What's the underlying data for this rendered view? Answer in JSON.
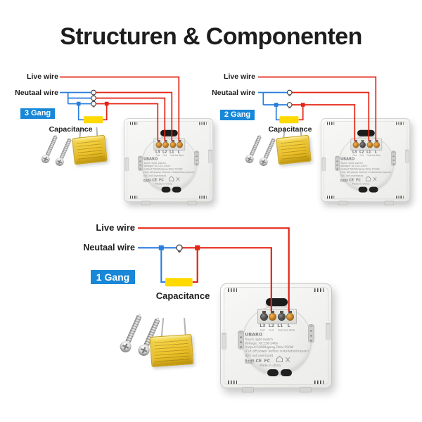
{
  "title": "Structuren & Componenten",
  "labels": {
    "live_wire": "Live wire",
    "neutral_wire": "Neutaal wire",
    "capacitance": "Capacitance"
  },
  "gangs": [
    {
      "badge": "3 Gang",
      "connected_terminals": [
        "L3",
        "L2",
        "L1",
        "L"
      ]
    },
    {
      "badge": "2 Gang",
      "connected_terminals": [
        "L3",
        "L1",
        "L"
      ]
    },
    {
      "badge": "1 Gang",
      "connected_terminals": [
        "L2",
        "L"
      ]
    }
  ],
  "switch_plate": {
    "brand": "UBARO",
    "terminals": [
      {
        "name": "L3",
        "sub": "Out"
      },
      {
        "name": "L2",
        "sub": "Out"
      },
      {
        "name": "L1",
        "sub": "Out"
      },
      {
        "name": "L",
        "sub": "Live Wire"
      }
    ],
    "body_lines": [
      "Touch light switch",
      "Voltage: AC110-240v",
      "Output:500W/gang,Total 500W",
      "(Cut off power before installation/repair)",
      "(DO not overload)"
    ],
    "cert_marks": [
      "RoHS",
      "CE",
      "FC"
    ],
    "cert_icons": [
      "house-outline",
      "crossed-out-bin"
    ],
    "made_in": "Made in china"
  },
  "colors": {
    "live_wire_red": "#e42313",
    "neutral_wire_blue": "#2a7ddd",
    "badge_blue": "#1887d8",
    "capacitor_yellow": "#ffd900"
  }
}
